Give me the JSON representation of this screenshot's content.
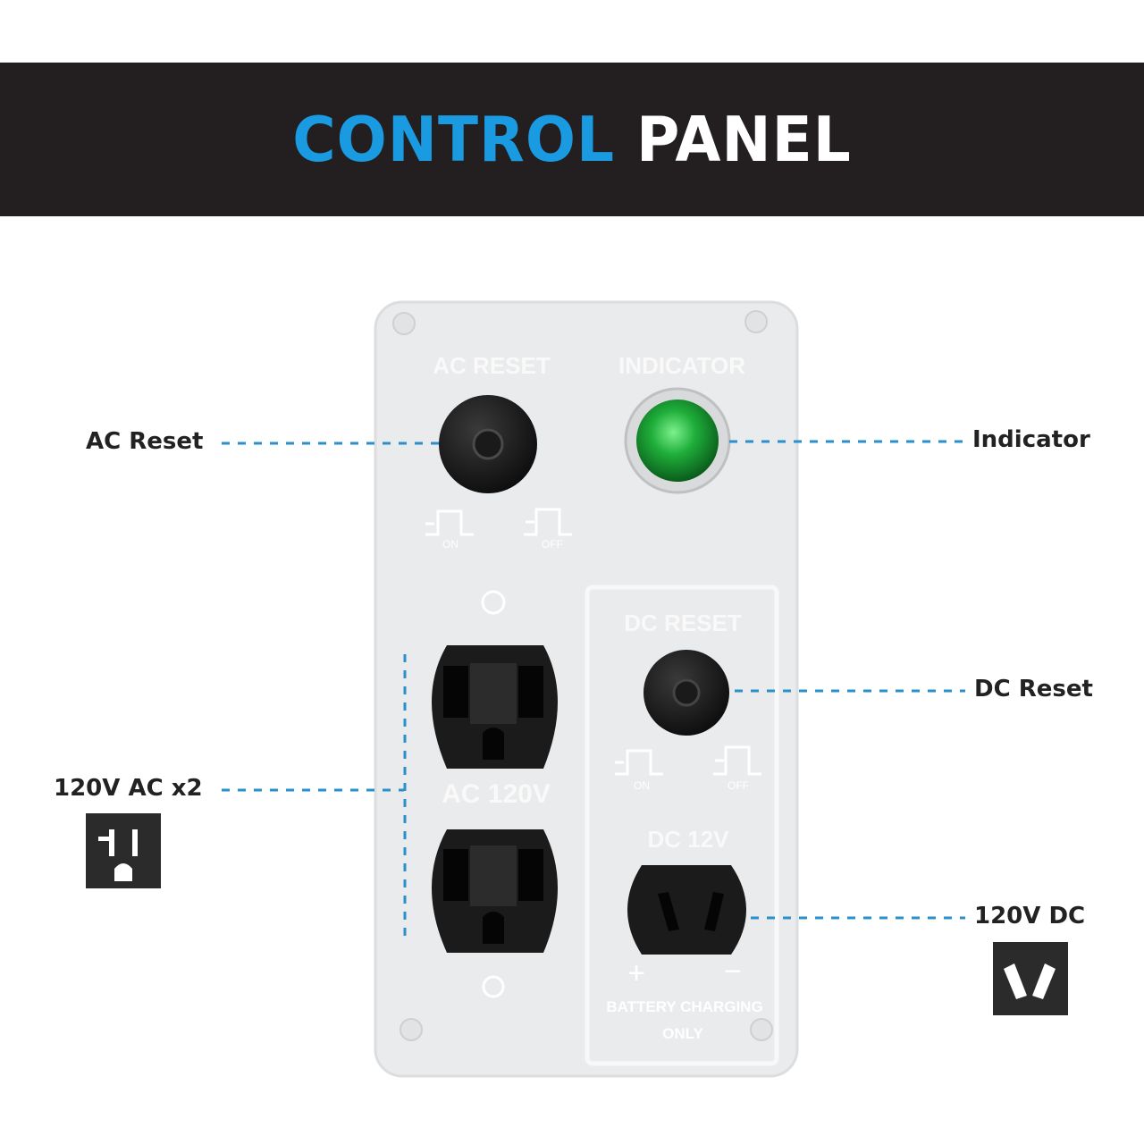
{
  "header": {
    "title_accent": "CONTROL",
    "title_main": "PANEL",
    "accent_color": "#1a9ae0"
  },
  "callouts": {
    "ac_reset": "AC Reset",
    "indicator": "Indicator",
    "dc_reset": "DC Reset",
    "ac_outlets": "120V AC x2",
    "dc_outlet": "120V DC"
  },
  "panel": {
    "ac_reset_label": "AC RESET",
    "indicator_label": "INDICATOR",
    "dc_reset_label": "DC RESET",
    "ac_label": "AC 120V",
    "dc_label": "DC 12V",
    "on_label": "ON",
    "off_label": "OFF",
    "battery_line1": "BATTERY CHARGING",
    "battery_line2": "ONLY",
    "plus": "+",
    "minus": "−",
    "indicator_color": "#1fae3a"
  },
  "icons": {
    "ac_outlet_icon": "ac-outlet-icon",
    "dc_outlet_icon": "dc-outlet-icon"
  }
}
